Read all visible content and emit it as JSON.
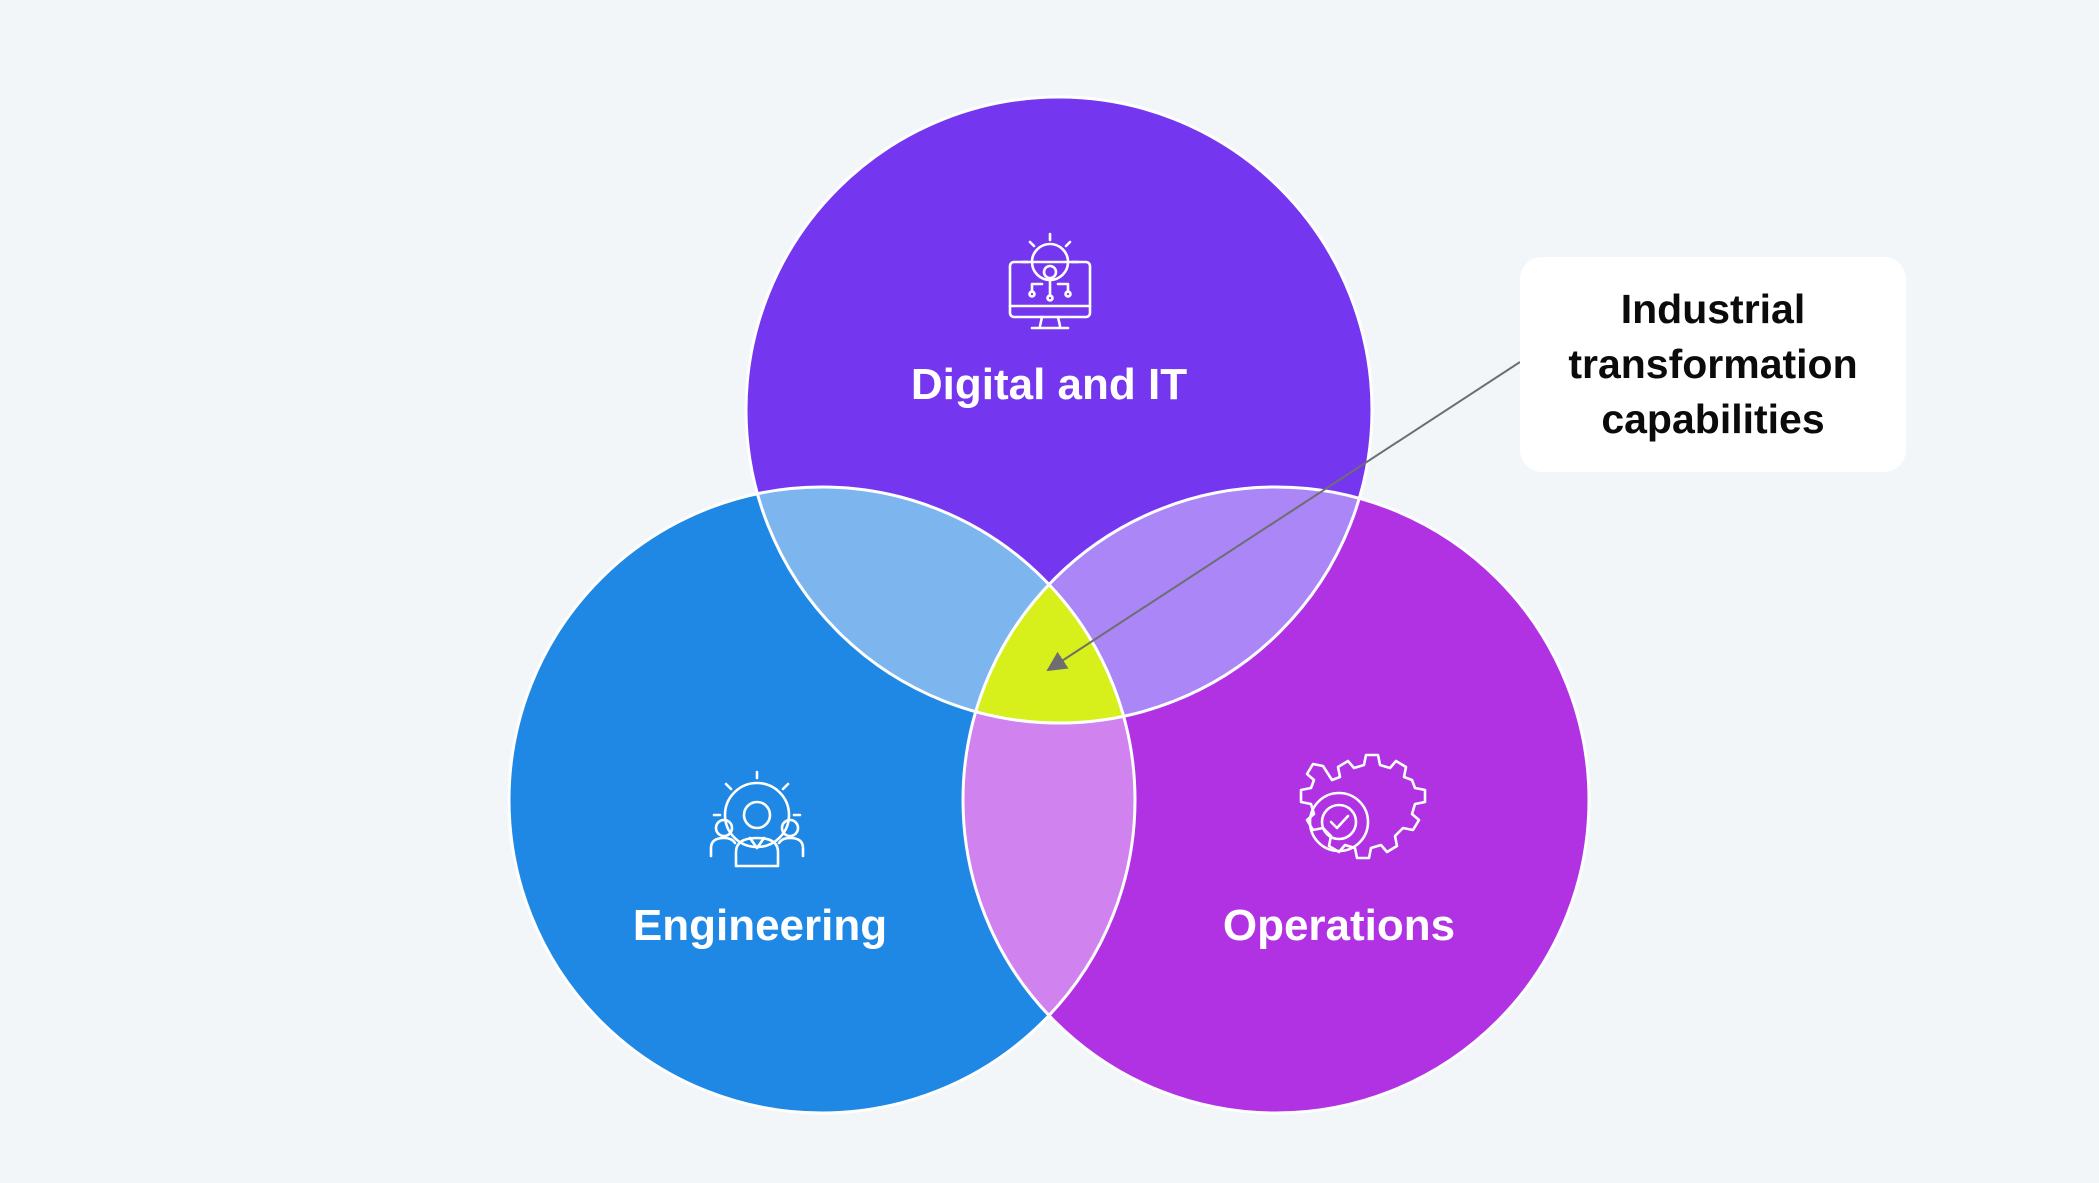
{
  "diagram": {
    "type": "venn",
    "sets": [
      {
        "id": "digital",
        "label": "Digital and IT",
        "color": "#7536f0",
        "icon": "computer-gear-icon"
      },
      {
        "id": "engineering",
        "label": "Engineering",
        "color": "#1f88e5",
        "icon": "engineer-team-gear-icon"
      },
      {
        "id": "operations",
        "label": "Operations",
        "color": "#b132e3",
        "icon": "gear-checkmark-icon"
      }
    ],
    "overlaps": [
      {
        "sets": [
          "digital",
          "engineering"
        ],
        "color": "#7db6ef"
      },
      {
        "sets": [
          "digital",
          "operations"
        ],
        "color": "#aa86f6"
      },
      {
        "sets": [
          "engineering",
          "operations"
        ],
        "color": "#d083ee"
      },
      {
        "sets": [
          "digital",
          "engineering",
          "operations"
        ],
        "color": "#d7f01c"
      }
    ],
    "callout": {
      "text": "Industrial transformation capabilities",
      "points_to": "center-intersection"
    }
  }
}
